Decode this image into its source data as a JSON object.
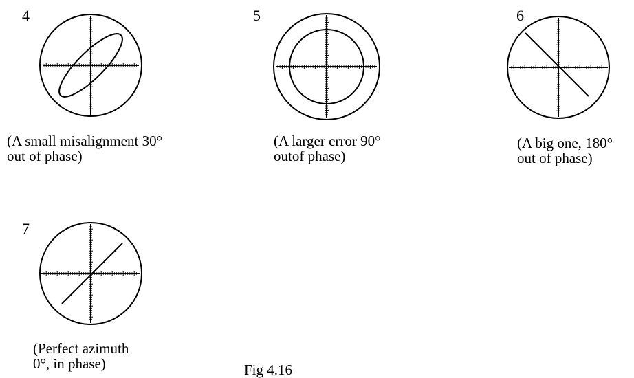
{
  "panels": [
    {
      "number": "4",
      "trace": "ellipse",
      "caption": [
        "(A small misalignment 30°",
        "out of phase)"
      ]
    },
    {
      "number": "5",
      "trace": "circle",
      "caption": [
        "(A larger error 90°",
        "outof phase)"
      ]
    },
    {
      "number": "6",
      "trace": "line-descending",
      "caption": [
        "(A big one, 180°",
        "out of phase)"
      ]
    },
    {
      "number": "7",
      "trace": "line-ascending",
      "caption": [
        "(Perfect azimuth",
        "0°, in phase)"
      ]
    }
  ],
  "figure_label": "Fig 4.16"
}
